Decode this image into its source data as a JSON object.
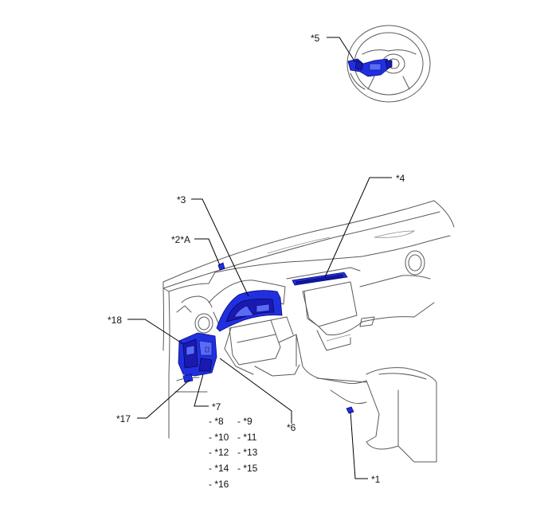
{
  "callouts": {
    "c1": "*1",
    "c2": "*2*A",
    "c3": "*3",
    "c4": "*4",
    "c5": "*5",
    "c6": "*6",
    "c7": "*7",
    "c17": "*17",
    "c18": "*18"
  },
  "sublist": {
    "r1a": "- *8",
    "r1b": "- *9",
    "r2a": "- *10",
    "r2b": "- *11",
    "r3a": "- *12",
    "r3b": "- *13",
    "r4a": "- *14",
    "r4b": "- *15",
    "r5a": "- *16"
  },
  "colors": {
    "part_highlight": "#2030e0",
    "outline": "#5a5a5a"
  }
}
